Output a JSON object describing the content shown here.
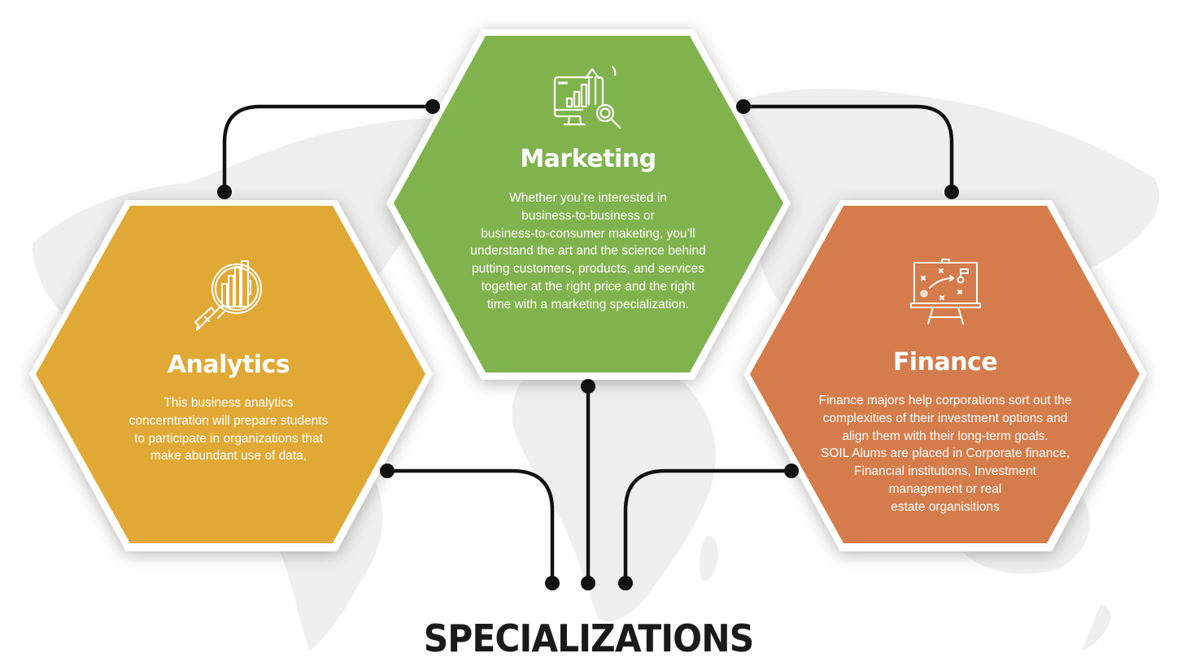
{
  "page": {
    "title": "SPECIALIZATIONS",
    "background_color": "#ffffff",
    "map_color": "#efefef"
  },
  "specializations": [
    {
      "id": "marketing",
      "title": "Marketing",
      "icon": "monitor-chart-magnifier-icon",
      "color": "#80b34d",
      "description": "Whether you’re interested in\nbusiness-to-business or\nbusiness-to-consumer maketing, you’ll\nunderstand the art and the science behind\nputting customers, products, and services\ntogether at the right price and the right\ntime with a marketing specialization."
    },
    {
      "id": "analytics",
      "title": "Analytics",
      "icon": "magnifier-bar-chart-icon",
      "color": "#e0a834",
      "description": "This business analytics\nconcerntration will prepare students\nto participate in organizations that\nmake abundant use of data,"
    },
    {
      "id": "finance",
      "title": "Finance",
      "icon": "strategy-board-easel-icon",
      "color": "#d47c4b",
      "description": "Finance majors help corporations sort out the\ncomplexities of their investment options and\nalign them with their long-term goals.\nSOIL Alums are placed in Corporate finance,\nFinancial institutions, Investment\nmanagement or real\nestate organisitions"
    }
  ],
  "connectors": {
    "line_color": "#111111",
    "count": 7
  }
}
